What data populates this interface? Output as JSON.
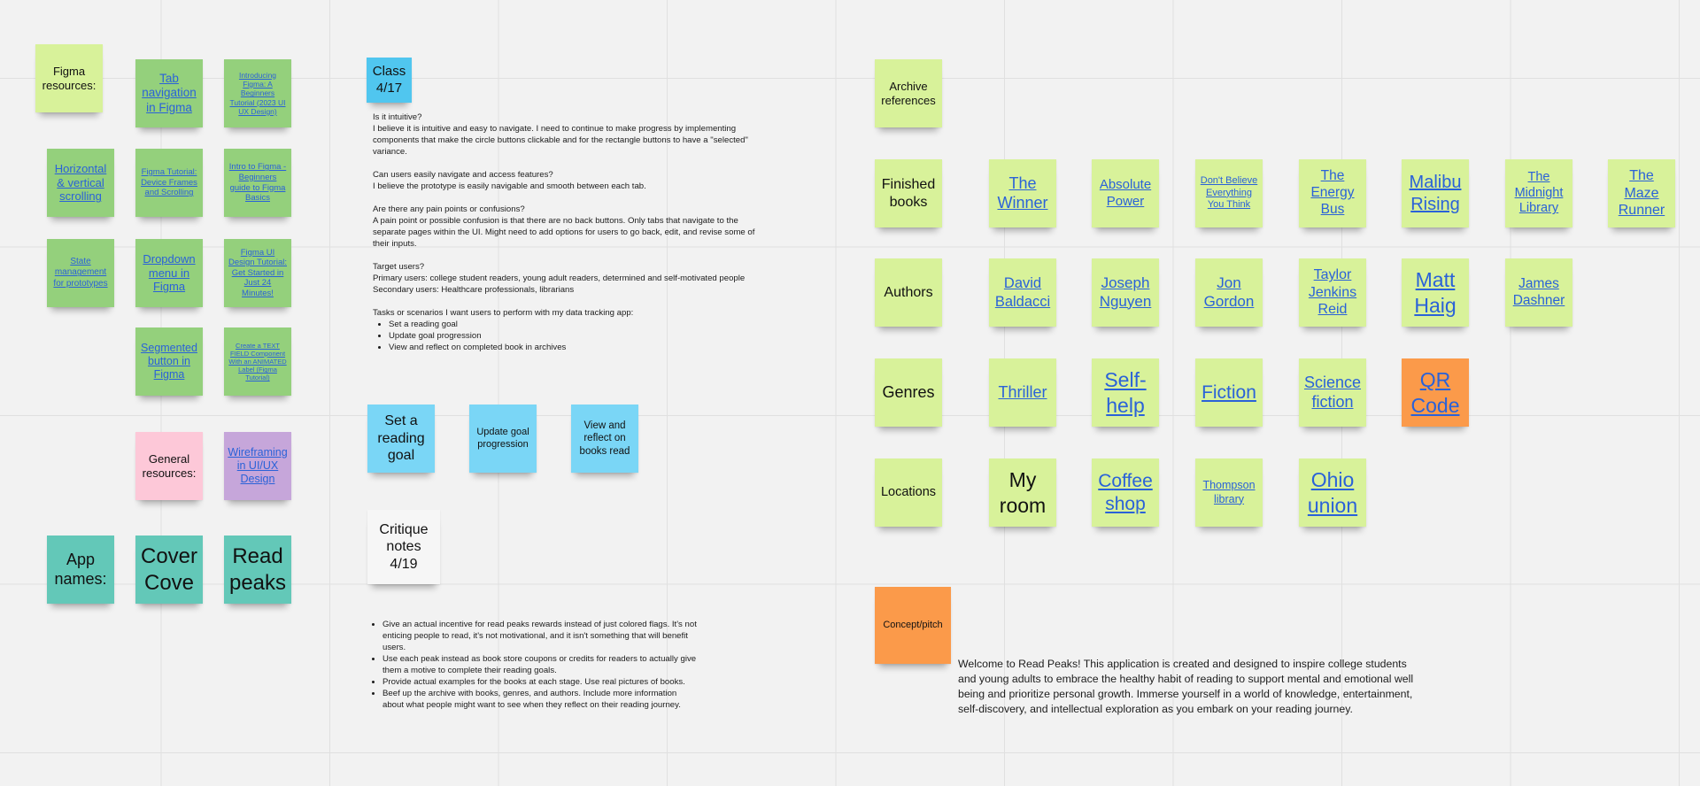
{
  "figma_resources": {
    "title": "Figma resources:",
    "links": [
      "Tab navigation in Figma",
      "Introducing Figma: A Beginners Tutorial (2023 UI UX Design)",
      "Horizontal & vertical scrolling",
      "Figma Tutorial: Device Frames and Scrolling",
      "Intro to Figma - Beginners guide to Figma Basics",
      "State management for prototypes",
      "Dropdown menu in Figma",
      "Figma UI Design Tutorial: Get Started in Just 24 Minutes!",
      "Segmented button in Figma",
      "Create a TEXT FIELD Component With an ANIMATED Label (Figma Tutorial)"
    ]
  },
  "general_resources": {
    "title": "General resources:",
    "links": [
      "Wireframing in UI/UX Design"
    ]
  },
  "app_names": {
    "title": "App names:",
    "names": [
      "Cover Cove",
      "Read peaks"
    ]
  },
  "class_note": {
    "title": "Class 4/17",
    "q1": "Is it intuitive?",
    "a1": "I believe it is intuitive and easy to navigate. I need to continue to make progress by implementing components that make the circle buttons clickable and for the rectangle buttons to have a \"selected\" variance.",
    "q2": "Can users easily navigate and access features?",
    "a2": "I believe the prototype is easily navigable and smooth between each tab.",
    "q3": "Are there any pain points or confusions?",
    "a3": "A pain point or possible confusion is that there are no back buttons. Only tabs that navigate to the separate pages within the UI. Might need to add options for users to go back, edit, and revise some of their inputs.",
    "q4": "Target users?",
    "a4a": "Primary users: college student readers, young adult readers, determined and self-motivated people",
    "a4b": "Secondary users: Healthcare professionals, librarians",
    "q5": "Tasks or scenarios I want users to perform with my data tracking app:",
    "tasks": [
      "Set a reading goal",
      "Update goal progression",
      "View and reflect on completed book in archives"
    ]
  },
  "task_stickies": [
    "Set a reading goal",
    "Update goal progression",
    "View and reflect on books read"
  ],
  "critique": {
    "title": "Critique notes 4/19",
    "items": [
      "Give an actual incentive for read peaks rewards instead of just colored flags. It's not enticing people to read, it's not motivational, and it isn't something that will benefit users.",
      "Use each peak instead as book store coupons or credits for readers to actually give them a motive to complete their reading goals.",
      "Provide actual examples for the books at each stage. Use real pictures of books.",
      "Beef up the archive with books, genres, and authors. Include more information about what people might want to see when they reflect on their reading journey."
    ]
  },
  "archive": {
    "title": "Archive references",
    "rows": [
      {
        "label": "Finished books",
        "items": [
          "The Winner",
          "Absolute Power",
          "Don't Believe Everything You Think",
          "The Energy Bus",
          "Malibu Rising",
          "The Midnight Library",
          "The Maze Runner"
        ]
      },
      {
        "label": "Authors",
        "items": [
          "David Baldacci",
          "Joseph Nguyen",
          "Jon Gordon",
          "Taylor Jenkins Reid",
          "Matt Haig",
          "James Dashner"
        ]
      },
      {
        "label": "Genres",
        "items": [
          "Thriller",
          "Self-help",
          "Fiction",
          "Science fiction",
          "QR Code"
        ]
      },
      {
        "label": "Locations",
        "items": [
          "My room",
          "Coffee shop",
          "Thompson library",
          "Ohio union"
        ]
      }
    ]
  },
  "concept": {
    "title": "Concept/pitch",
    "pitch": "Welcome to Read Peaks! This application is created and designed to inspire college students and young adults to embrace the healthy habit of reading to support mental and emotional well being and prioritize personal growth. Immerse yourself in a world of knowledge, entertainment, self-discovery, and intellectual exploration as you embark on your reading journey."
  },
  "colors": {
    "canvas": "#f2f2f2",
    "lime": "#d8f29a",
    "green": "#94d07c",
    "pink": "#fdc8d8",
    "purple": "#c6a6da",
    "teal": "#63c8b8",
    "cyan": "#7ad6f6",
    "sky": "#50c6ef",
    "orange": "#fb9a4a",
    "link": "#2a62d8"
  }
}
